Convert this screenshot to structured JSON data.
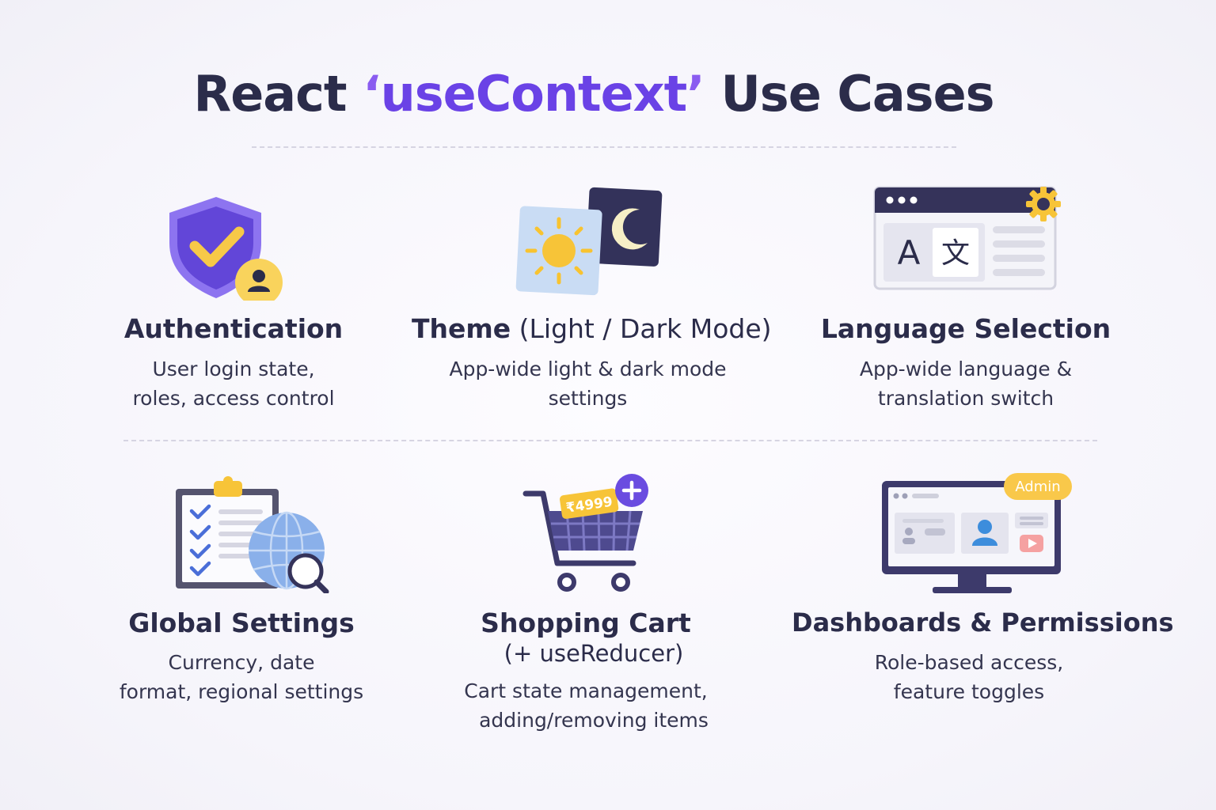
{
  "header": {
    "title_prefix": "React ",
    "title_accent": "useContext",
    "title_suffix": " Use Cases",
    "accent_color": "#6a42e6"
  },
  "cards": [
    {
      "icon": "shield-check-user-icon",
      "title": "Authentication",
      "desc_lines": [
        "User login state,",
        "roles, access control"
      ]
    },
    {
      "icon": "sun-moon-icon",
      "title_main": "Theme",
      "title_light": " (Light / Dark Mode)",
      "desc_lines": [
        "App-wide light & dark mode",
        "settings"
      ]
    },
    {
      "icon": "browser-translate-icon",
      "title": "Language Selection",
      "desc_lines": [
        "App-wide language &",
        "translation switch"
      ]
    },
    {
      "icon": "clipboard-globe-icon",
      "title": "Global Settings",
      "desc_lines": [
        "Currency, date",
        "format, regional settings"
      ]
    },
    {
      "icon": "shopping-cart-icon",
      "title": "Shopping Cart",
      "subtitle": "(+ useReducer)",
      "price_tag": "₹4999",
      "desc_lines": [
        "Cart state management,",
        "adding/removing items"
      ]
    },
    {
      "icon": "monitor-dashboard-icon",
      "title": "Dashboards & Permissions",
      "badge": "Admin",
      "desc_lines": [
        "Role-based access,",
        "feature toggles"
      ]
    }
  ]
}
